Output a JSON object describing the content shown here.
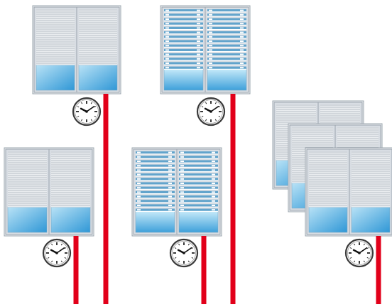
{
  "diagram": {
    "description_visible_text": "",
    "colors": {
      "frame": "#d8dde3",
      "frame_stroke": "#9aa4ad",
      "slat_light": "#e9ecef",
      "slat_dark": "#b9c0c7",
      "tilted_slat_blue": "#4d9ac8",
      "glass_top": "#bfe4f6",
      "glass_bottom": "#3ea0da",
      "cable_red": "#e2001a",
      "clock_face": "#ffffff",
      "clock_rim": "#3a3a3a"
    },
    "units": [
      {
        "id": "unit-top-left",
        "shutter": "closed",
        "clock": true,
        "cable": true
      },
      {
        "id": "unit-top-middle",
        "shutter": "tilted-open",
        "clock": true,
        "cable": true
      },
      {
        "id": "unit-bottom-left",
        "shutter": "closed",
        "clock": true,
        "cable": true
      },
      {
        "id": "unit-bottom-middle",
        "shutter": "tilted-open",
        "clock": true,
        "cable": true
      },
      {
        "id": "unit-right-stack",
        "shutter": "closed-stack",
        "clock": true,
        "cable": true
      }
    ],
    "icons": [
      "clock-icon",
      "window-icon",
      "roller-shutter-icon",
      "control-cable-icon"
    ]
  }
}
